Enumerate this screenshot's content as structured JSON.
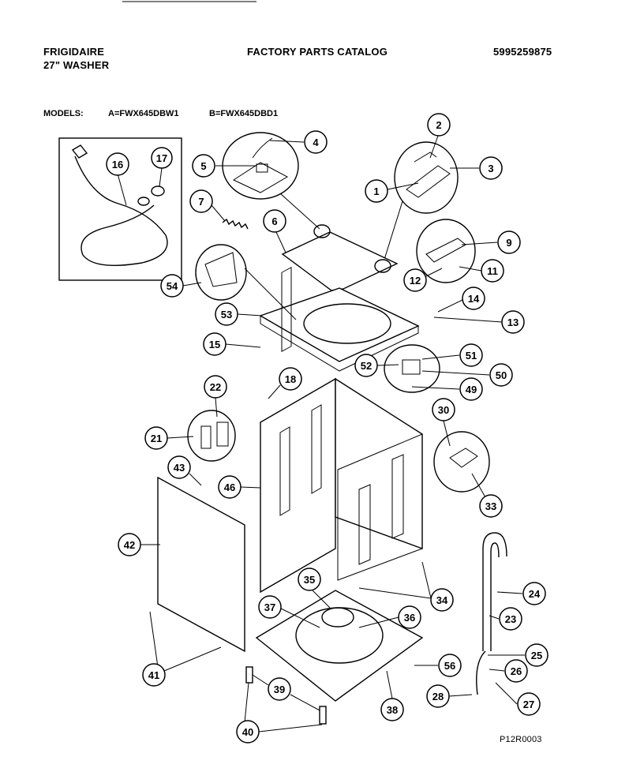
{
  "header": {
    "brand": "FRIGIDAIRE",
    "product": "27\" WASHER",
    "catalog_title": "FACTORY PARTS CATALOG",
    "catalog_number": "5995259875"
  },
  "models": {
    "label": "MODELS:",
    "model_a": "A=FWX645DBW1",
    "model_b": "B=FWX645DBD1"
  },
  "figure_code": "P12R0003",
  "part_callouts": [
    "1",
    "2",
    "3",
    "4",
    "5",
    "6",
    "7",
    "9",
    "11",
    "12",
    "13",
    "14",
    "15",
    "16",
    "17",
    "18",
    "21",
    "22",
    "23",
    "24",
    "25",
    "26",
    "27",
    "28",
    "30",
    "33",
    "34",
    "35",
    "36",
    "37",
    "38",
    "39",
    "40",
    "41",
    "42",
    "43",
    "46",
    "49",
    "50",
    "51",
    "52",
    "53",
    "54",
    "56"
  ]
}
